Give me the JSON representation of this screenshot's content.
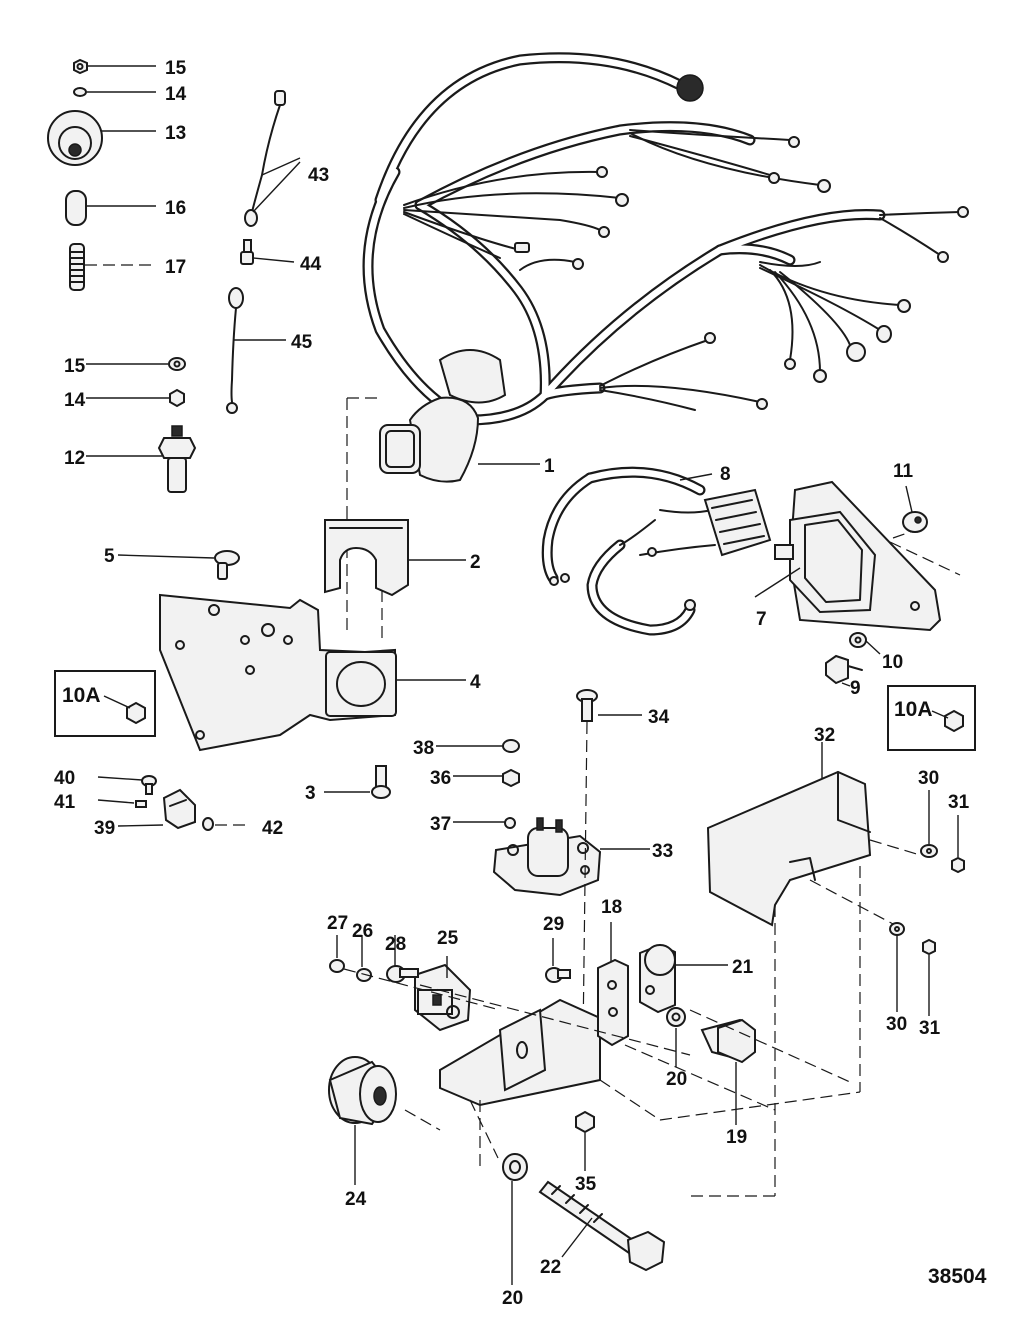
{
  "diagram": {
    "drawing_number": "38504",
    "callouts": {
      "c1": "1",
      "c2": "2",
      "c3": "3",
      "c4": "4",
      "c5": "5",
      "c7": "7",
      "c8": "8",
      "c9": "9",
      "c10": "10",
      "c11": "11",
      "c12": "12",
      "c13": "13",
      "c14a": "14",
      "c14b": "14",
      "c15a": "15",
      "c15b": "15",
      "c16": "16",
      "c17": "17",
      "c18": "18",
      "c19": "19",
      "c20a": "20",
      "c20b": "20",
      "c21": "21",
      "c22": "22",
      "c24": "24",
      "c25": "25",
      "c26": "26",
      "c27": "27",
      "c28": "28",
      "c29": "29",
      "c30a": "30",
      "c30b": "30",
      "c31a": "31",
      "c31b": "31",
      "c32": "32",
      "c33": "33",
      "c34": "34",
      "c35": "35",
      "c36": "36",
      "c37": "37",
      "c38": "38",
      "c39": "39",
      "c40": "40",
      "c41": "41",
      "c42": "42",
      "c43": "43",
      "c44": "44",
      "c45": "45"
    },
    "inset_left_label": "10A",
    "inset_right_label": "10A"
  }
}
